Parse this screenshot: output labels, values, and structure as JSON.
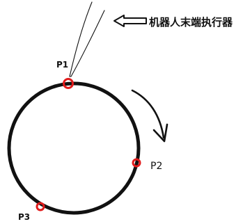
{
  "labels": {
    "end_effector": "机器人末端执行器",
    "p1": "P1",
    "p2": "P2",
    "p3": "P3"
  },
  "colors": {
    "stroke": "#111111",
    "point": "#e11b1b",
    "background": "#ffffff"
  },
  "icons": {
    "pointer_arrow": "left-arrow-icon",
    "rotation_arrow": "clockwise-arrow-icon"
  }
}
